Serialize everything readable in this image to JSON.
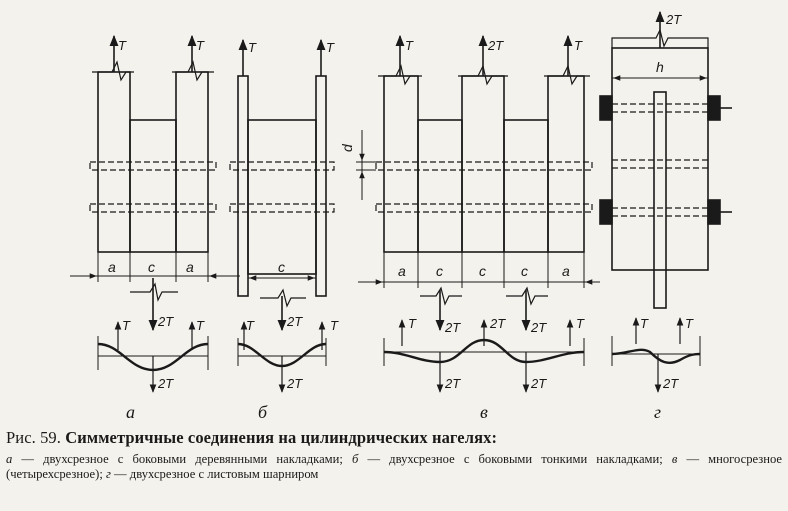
{
  "labels": {
    "force_t": "T",
    "force_2t": "2T",
    "dim_a": "a",
    "dim_c": "c",
    "dim_h": "h",
    "dim_d": "d"
  },
  "panels": [
    "а",
    "б",
    "в",
    "г"
  ],
  "caption": {
    "fig_no": "Рис. 59.",
    "title": "Симметричные соединения на цилиндрических нагелях:",
    "items": [
      {
        "key": "а",
        "text": "двухсрезное с боковыми деревянными накладками;"
      },
      {
        "key": "б",
        "text": "двухсрезное с боковыми тонкими накладками;"
      },
      {
        "key": "в",
        "text": "многосрезное (четырехсрезное);"
      },
      {
        "key": "г",
        "text": "двухсрезное с листовым шарниром"
      }
    ],
    "dash": " — "
  }
}
